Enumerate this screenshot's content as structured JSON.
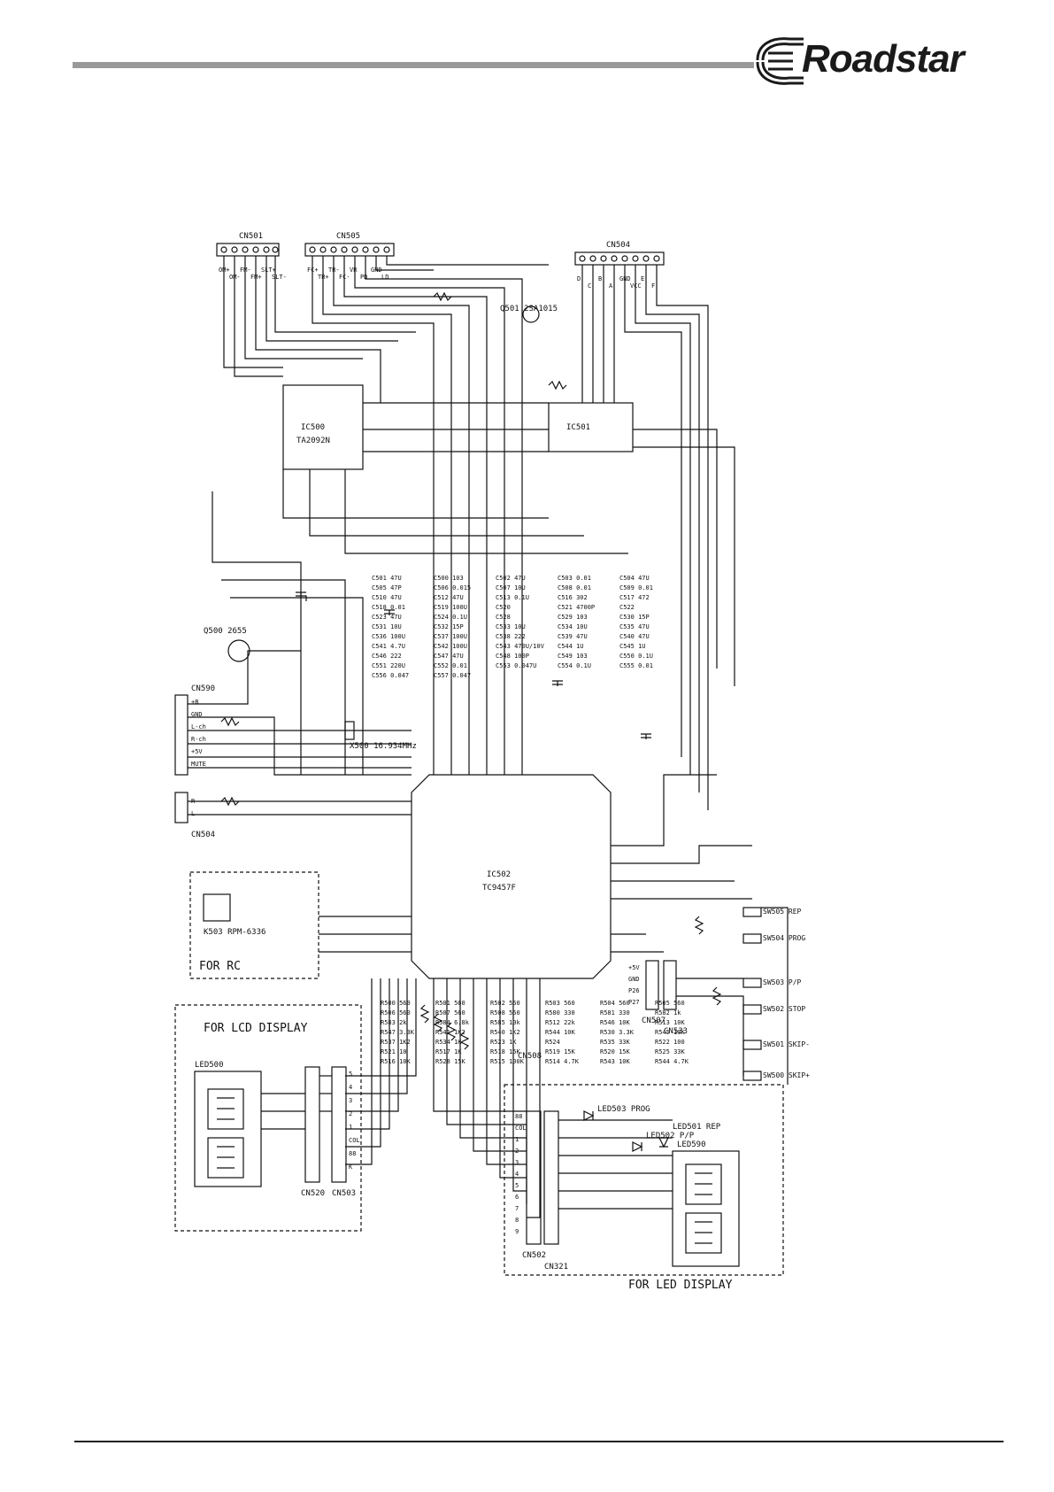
{
  "brand": {
    "name": "Roadstar"
  },
  "schematic": {
    "chips": [
      "IC500",
      "TA2092N",
      "IC501",
      "IC502",
      "TC9457F"
    ],
    "connectors": {
      "cn501": {
        "label": "CN501",
        "pins": [
          "OM+",
          "OM-",
          "FM-",
          "FM+",
          "SLT+",
          "SLT-"
        ]
      },
      "cn505": {
        "label": "CN505",
        "pins": [
          "FC+",
          "TR+",
          "TR-",
          "FC-",
          "VR",
          "PD",
          "GND",
          "LD"
        ]
      },
      "cn504": {
        "label": "CN504",
        "pins": [
          "D",
          "C",
          "B",
          "A",
          "GND",
          "VCC",
          "E",
          "F"
        ]
      },
      "cn590": {
        "label": "CN590",
        "pins": [
          "+B",
          "GND",
          "L-ch",
          "R-ch",
          "+5V",
          "MUTE"
        ]
      },
      "cn504b": {
        "label": "CN504",
        "pins": [
          "R",
          "L"
        ]
      },
      "cn503": {
        "label": "CN503",
        "pins": [
          "5",
          "4",
          "3",
          "2",
          "1",
          "COL",
          "88",
          "K"
        ]
      },
      "cn502": {
        "label": "CN502",
        "pins": [
          "88",
          "COL",
          "1",
          "2",
          "3",
          "4",
          "5",
          "6",
          "7",
          "8",
          "9"
        ]
      },
      "cn321": {
        "label": "CN321"
      },
      "cn507": {
        "label": "CN507",
        "pins": [
          "+5V",
          "GND",
          "P26",
          "P27"
        ]
      },
      "cn533": {
        "label": "CN533"
      },
      "cn508": {
        "label": "CN508"
      },
      "cn520": {
        "label": "CN520"
      }
    },
    "boxes": {
      "lcd": "FOR LCD DISPLAY",
      "led": "FOR LED DISPLAY",
      "rc": "FOR RC"
    },
    "leds": [
      "LED500",
      "LED590",
      "LED503 PROG",
      "LED502 P/P",
      "LED501 REP"
    ],
    "transistors": [
      "Q501 2SA1015",
      "Q500 2655"
    ],
    "rc_module": "K503 RPM-6336",
    "switches": [
      "SW500 SKIP+",
      "SW501 SKIP-",
      "SW502 STOP",
      "SW503 P/P",
      "SW504 PROG",
      "SW505 REP"
    ],
    "resistors": [
      "R500 560",
      "R501 560",
      "R502 560",
      "R503 560",
      "R504 560",
      "R505 560",
      "R506 560",
      "R507 560",
      "R508 560",
      "R580 330",
      "R581 330",
      "R582 1k",
      "R583 2k",
      "R584 6.8k",
      "R585 10k",
      "R512 22k",
      "R546 10K",
      "R513 10K",
      "R547 3.3K",
      "R541 1K2",
      "R540 1K2",
      "R544 10K",
      "R530 3.3K",
      "R545 10K",
      "R537 1K2",
      "R534 1K",
      "R523 1K",
      "R524",
      "R535 33K",
      "R522 100",
      "R521 10",
      "R517 1K",
      "R518 15K",
      "R519 15K",
      "R520 15K",
      "R525 33K",
      "R516 10K",
      "R528 15K",
      "R515 100K",
      "R514 4.7K",
      "R543 10K",
      "R544 4.7K"
    ],
    "capacitors": [
      "C501 47U",
      "C500 103",
      "C502 47U",
      "C503 0.01",
      "C504 47U",
      "C505 47P",
      "C506 0.015",
      "C507 10U",
      "C508 0.01",
      "C509 0.01",
      "C510 47U",
      "C512 47U",
      "C513 0.1U",
      "C516 302",
      "C517 472",
      "C518 0.01",
      "C519 100U",
      "C520",
      "C521 4700P",
      "C522",
      "C523 47U",
      "C524 0.1U",
      "C528",
      "C529 103",
      "C530 15P",
      "C531 10U",
      "C532 15P",
      "C533 10U",
      "C534 10U",
      "C535 47U",
      "C536 100U",
      "C537 100U",
      "C538 222",
      "C539 47U",
      "C540 47U",
      "C541 4.7U",
      "C542 100U",
      "C543 470U/10V",
      "C544 1U",
      "C545 1U",
      "C546 222",
      "C547 47U",
      "C548 100P",
      "C549 103",
      "C550 0.1U",
      "C551 220U",
      "C552 0.01",
      "C553 0.047U",
      "C554 0.1U",
      "C555 0.01",
      "C556 0.047",
      "C557 0.047"
    ],
    "crystal": "X500 16.934MHz",
    "led_inputs": [
      "LED500",
      "LED590"
    ]
  }
}
